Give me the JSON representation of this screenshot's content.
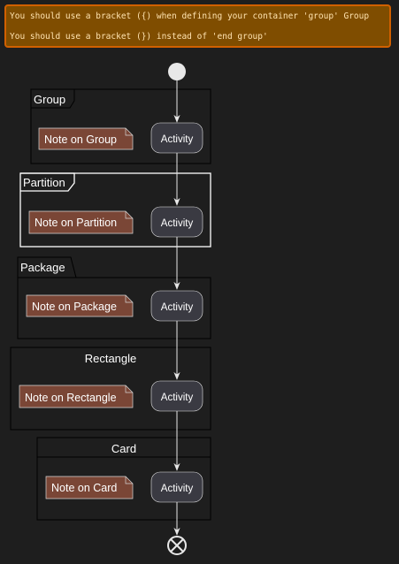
{
  "warning": {
    "line1": "You should use a bracket ({) when defining your container 'group' Group",
    "line2": "You should use a bracket (}) instead of 'end group'"
  },
  "containers": [
    {
      "kind": "group",
      "title": "Group",
      "note": "Note on Group",
      "activity": "Activity"
    },
    {
      "kind": "partition",
      "title": "Partition",
      "note": "Note on Partition",
      "activity": "Activity"
    },
    {
      "kind": "package",
      "title": "Package",
      "note": "Note on Package",
      "activity": "Activity"
    },
    {
      "kind": "rectangle",
      "title": "Rectangle",
      "note": "Note on Rectangle",
      "activity": "Activity"
    },
    {
      "kind": "card",
      "title": "Card",
      "note": "Note on Card",
      "activity": "Activity"
    }
  ],
  "colors": {
    "background": "#1e1e1e",
    "activity_fill": "#3a3a42",
    "note_fill": "#7a4636",
    "line": "#ffffff"
  }
}
